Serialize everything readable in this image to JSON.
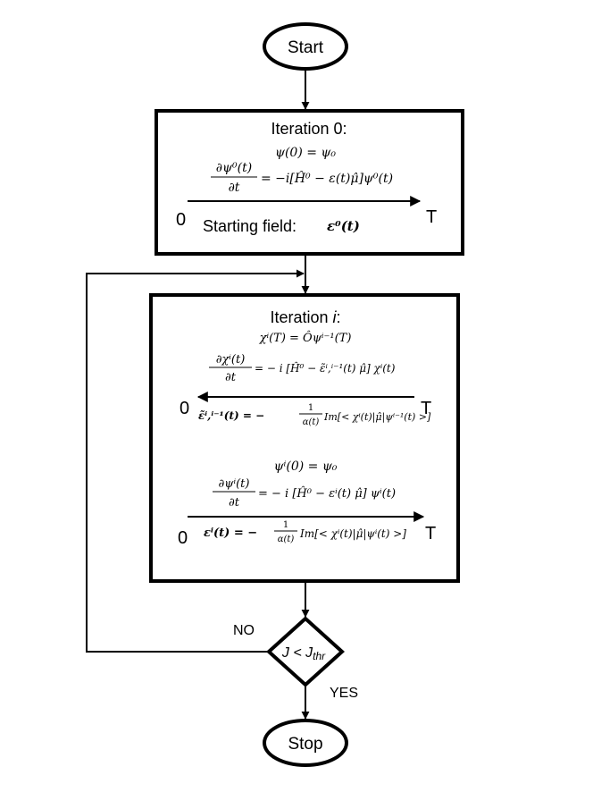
{
  "start": {
    "label": "Start"
  },
  "stop": {
    "label": "Stop"
  },
  "iteration0": {
    "title": "Iteration 0:",
    "init_eq": "ψ(0) = ψ₀",
    "deriv_num": "∂ψ⁰(t)",
    "deriv_den": "∂t",
    "deriv_rhs": "= −i[Ĥ⁰ − ε(t)μ̂]ψ⁰(t)",
    "time_start": "0",
    "time_end": "T",
    "field_label": "Starting field:",
    "field_symbol": "ε⁰(t)"
  },
  "iteration_i": {
    "title_prefix": "Iteration ",
    "title_var": "i",
    "title_suffix": ":",
    "backward": {
      "final_eq": "χⁱ(T) = Ôψⁱ⁻¹(T)",
      "deriv_num": "∂χⁱ(t)",
      "deriv_den": "∂t",
      "deriv_rhs": "= − i [Ĥ⁰ − ε̃ⁱ,ⁱ⁻¹(t) μ̂] χⁱ(t)",
      "time_start": "0",
      "time_end": "T",
      "field_lhs": "ε̃ⁱ,ⁱ⁻¹(t) = −",
      "field_frac_num": "1",
      "field_frac_den": "α(t)",
      "field_rhs": "Im[< χⁱ(t)|μ̂|ψⁱ⁻¹(t) >]"
    },
    "forward": {
      "init_eq": "ψⁱ(0) = ψ₀",
      "deriv_num": "∂ψⁱ(t)",
      "deriv_den": "∂t",
      "deriv_rhs": "= − i [Ĥ⁰ − εⁱ(t) μ̂] ψⁱ(t)",
      "time_start": "0",
      "time_end": "T",
      "field_lhs": "εⁱ(t) = −",
      "field_frac_num": "1",
      "field_frac_den": "α(t)",
      "field_rhs": "Im[< χⁱ(t)|μ̂|ψⁱ(t) >]"
    }
  },
  "decision": {
    "label_main": "J < J",
    "label_sub": "thr",
    "no_label": "NO",
    "yes_label": "YES"
  }
}
